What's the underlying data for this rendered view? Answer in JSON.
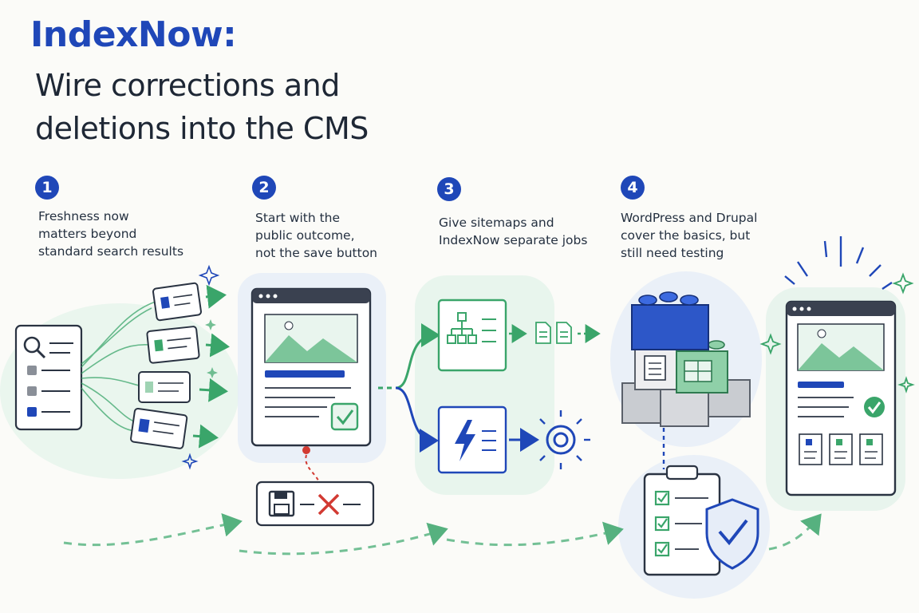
{
  "title": {
    "line1": "IndexNow:",
    "line2": "Wire corrections and deletions into the CMS"
  },
  "steps": [
    {
      "number": "1",
      "text": "Freshness now\nmatters beyond\nstandard search results"
    },
    {
      "number": "2",
      "text": "Start with the\npublic outcome,\nnot the save button"
    },
    {
      "number": "3",
      "text": "Give sitemaps and\nIndexNow separate jobs"
    },
    {
      "number": "4",
      "text": "WordPress and Drupal\ncover the basics, but\nstill need testing"
    }
  ],
  "colors": {
    "blue": "#1f47b8",
    "green": "#3aa56a",
    "red": "#d23a32",
    "ink": "#2a3342"
  },
  "icons": [
    "search-icon",
    "browser-window-icon",
    "checkmark-icon",
    "save-disk-icon",
    "x-mark-icon",
    "sitemap-icon",
    "document-icon",
    "lightning-bolt-icon",
    "ping-target-icon",
    "building-blocks-icon",
    "clipboard-checklist-icon",
    "shield-check-icon",
    "sparkle-icon"
  ]
}
